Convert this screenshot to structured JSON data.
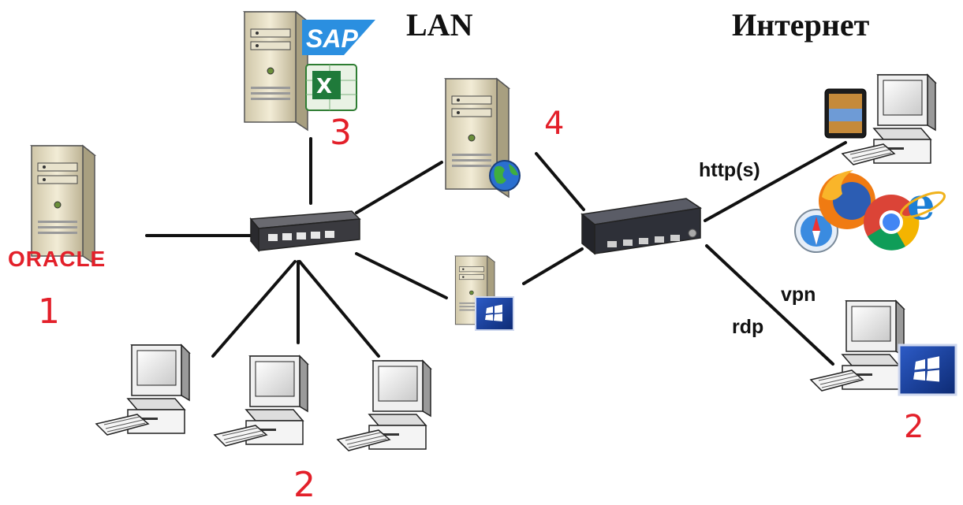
{
  "headers": {
    "lan": "LAN",
    "internet": "Интернет"
  },
  "labels": {
    "n1": "1",
    "n2_lan": "2",
    "n2_remote": "2",
    "n3": "3",
    "n4": "4",
    "http": "http(s)",
    "vpn": "vpn",
    "rdp": "rdp"
  },
  "logos": {
    "oracle": "ORACLE",
    "sap": "SAP"
  },
  "colors": {
    "number_red": "#e3202a",
    "line": "#111111",
    "server_beige": "#e9e2c9",
    "windows_blue": "#1b3f9e",
    "switch_dark": "#3a3a3f"
  }
}
